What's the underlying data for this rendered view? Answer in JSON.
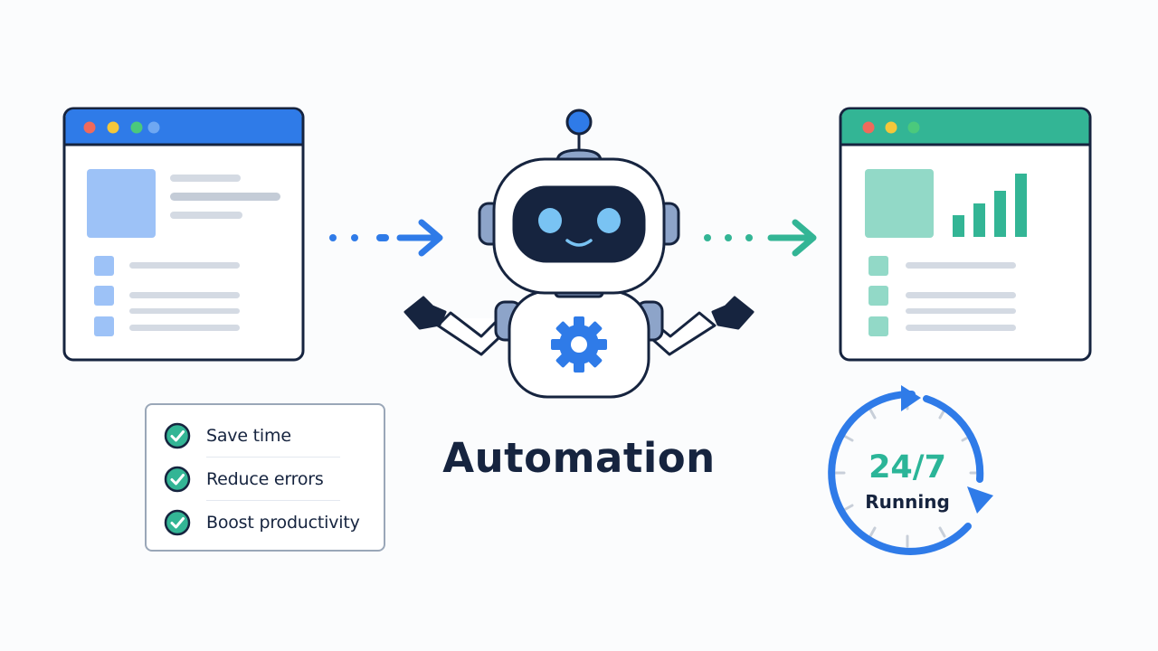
{
  "title": "Automation",
  "benefits": [
    "Save time",
    "Reduce errors",
    "Boost productivity"
  ],
  "clock": {
    "main": "24/7",
    "sub": "Running"
  },
  "colors": {
    "ink": "#16243f",
    "blue": "#2f7be8",
    "blue_light": "#9dc2f7",
    "teal": "#33b595",
    "teal_light": "#92d9c7",
    "placeholder": "#d4dae3",
    "dot_red": "#f06a5b",
    "dot_yellow": "#f4c73a",
    "dot_green": "#4bc97c"
  },
  "icons": {
    "input_window": "browser-window-icon",
    "output_window": "browser-dashboard-icon",
    "robot": "robot-icon",
    "gear": "gear-icon",
    "check": "check-circle-icon",
    "clock": "circular-arrow-clock-icon"
  }
}
